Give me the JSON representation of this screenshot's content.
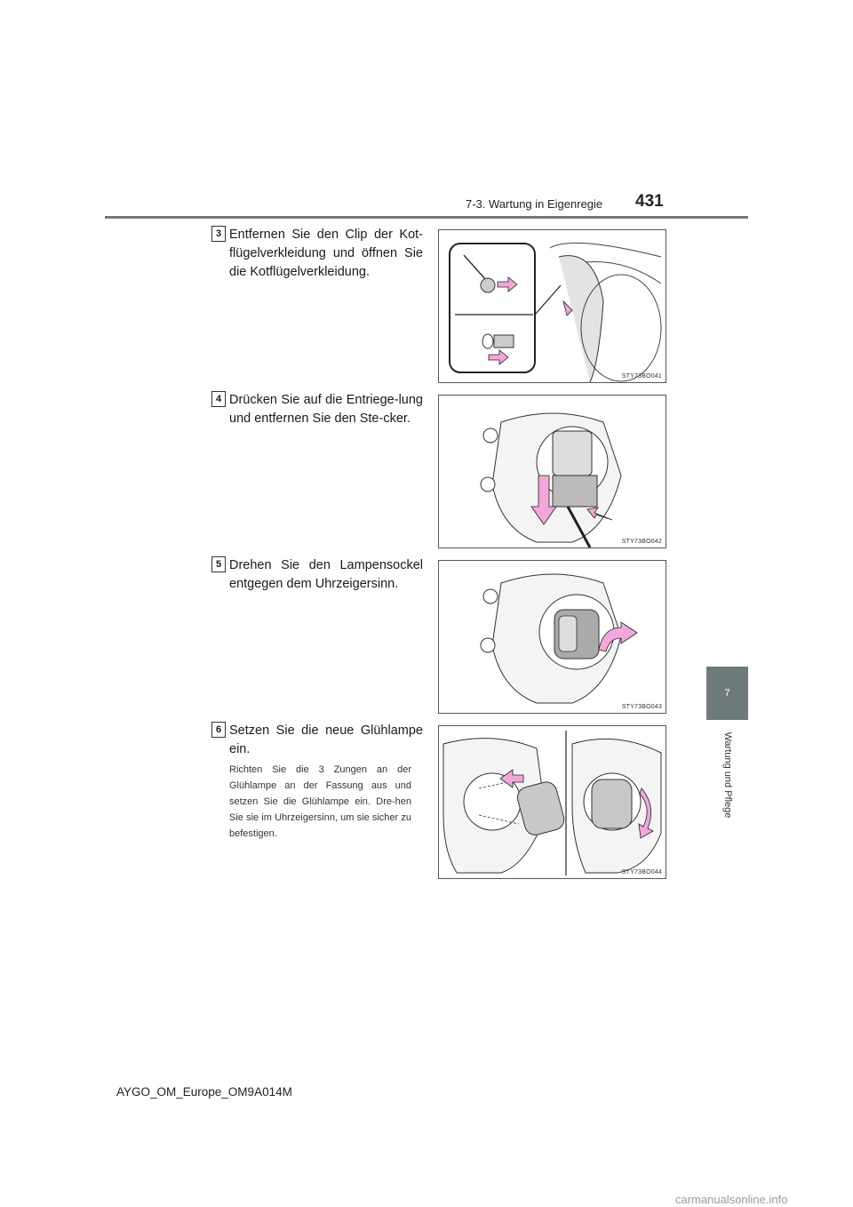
{
  "header": {
    "section": "7-3. Wartung in Eigenregie",
    "page_number": "431"
  },
  "side_tab": {
    "chapter_number": "7",
    "chapter_title": "Wartung und Pflege"
  },
  "steps": [
    {
      "number": "3",
      "text": "Entfernen Sie den Clip der Kot-flügelverkleidung und öffnen Sie die Kotflügelverkleidung.",
      "figure_code": "STY73BO041"
    },
    {
      "number": "4",
      "text": "Drücken Sie auf die Entriege-lung und entfernen Sie den Ste-cker.",
      "figure_code": "STY73BO042"
    },
    {
      "number": "5",
      "text": "Drehen Sie den Lampensockel entgegen dem Uhrzeigersinn.",
      "figure_code": "STY73BO043"
    },
    {
      "number": "6",
      "text": "Setzen Sie die neue Glühlampe ein.",
      "note": "Richten Sie die 3 Zungen an der Glühlampe an der Fassung aus und setzen Sie die Glühlampe ein. Dre-hen Sie sie im Uhrzeigersinn, um sie sicher zu befestigen.",
      "figure_code": "STY73BO044"
    }
  ],
  "footer": {
    "manual_code": "AYGO_OM_Europe_OM9A014M"
  },
  "watermark": "carmanualsonline.info",
  "colors": {
    "accent_gray": "#6f7b7b",
    "arrow_pink": "#f3a6d9"
  }
}
